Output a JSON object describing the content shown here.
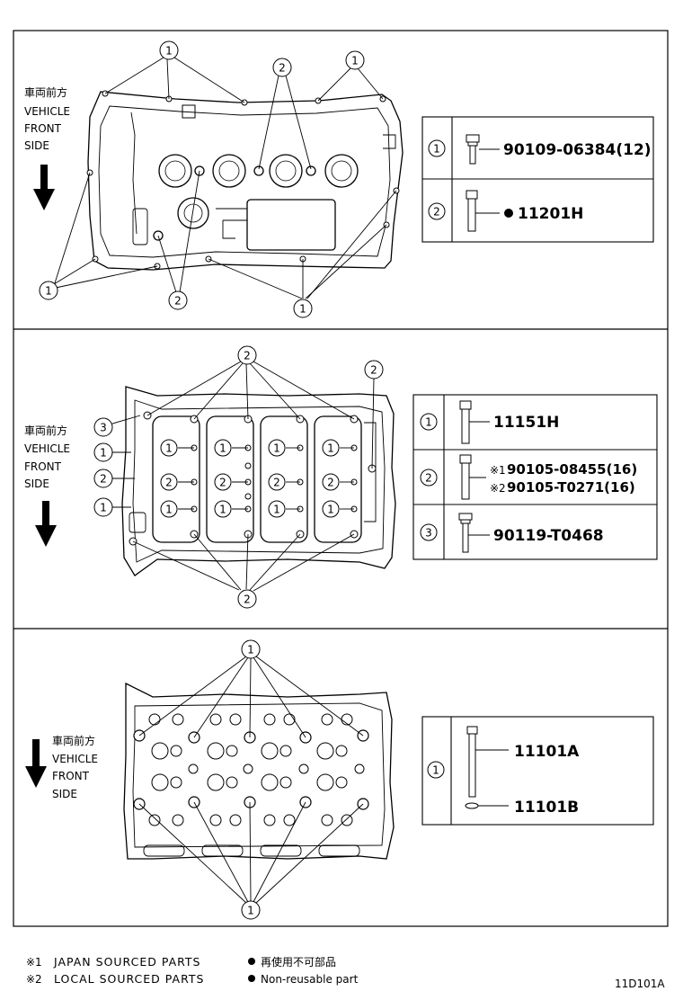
{
  "front_label": {
    "jp": "車両前方",
    "en1": "VEHICLE",
    "en2": "FRONT",
    "en3": "SIDE"
  },
  "callouts": {
    "one": "1",
    "two": "2",
    "three": "3"
  },
  "panel1": {
    "parts": [
      {
        "ref": "1",
        "part_no": "90109-06384(12)"
      },
      {
        "ref": "2",
        "part_no": "11201H"
      }
    ]
  },
  "panel2": {
    "parts": [
      {
        "ref": "1",
        "part_no": "11151H"
      },
      {
        "ref": "2",
        "part_no_a": "90105-08455(16)",
        "part_no_b": "90105-T0271(16)"
      },
      {
        "ref": "3",
        "part_no": "90119-T0468"
      }
    ],
    "mark_a": "※1",
    "mark_b": "※2"
  },
  "panel3": {
    "parts": [
      {
        "ref": "1",
        "part_no_a": "11101A",
        "part_no_b": "11101B"
      }
    ]
  },
  "footnotes": {
    "note1_mark": "※1",
    "note1": "JAPAN SOURCED PARTS",
    "note2_mark": "※2",
    "note2": "LOCAL SOURCED PARTS",
    "nonreusable_jp": "再使用不可部品",
    "nonreusable_en": "Non-reusable part"
  },
  "figure_code": "11D101A"
}
